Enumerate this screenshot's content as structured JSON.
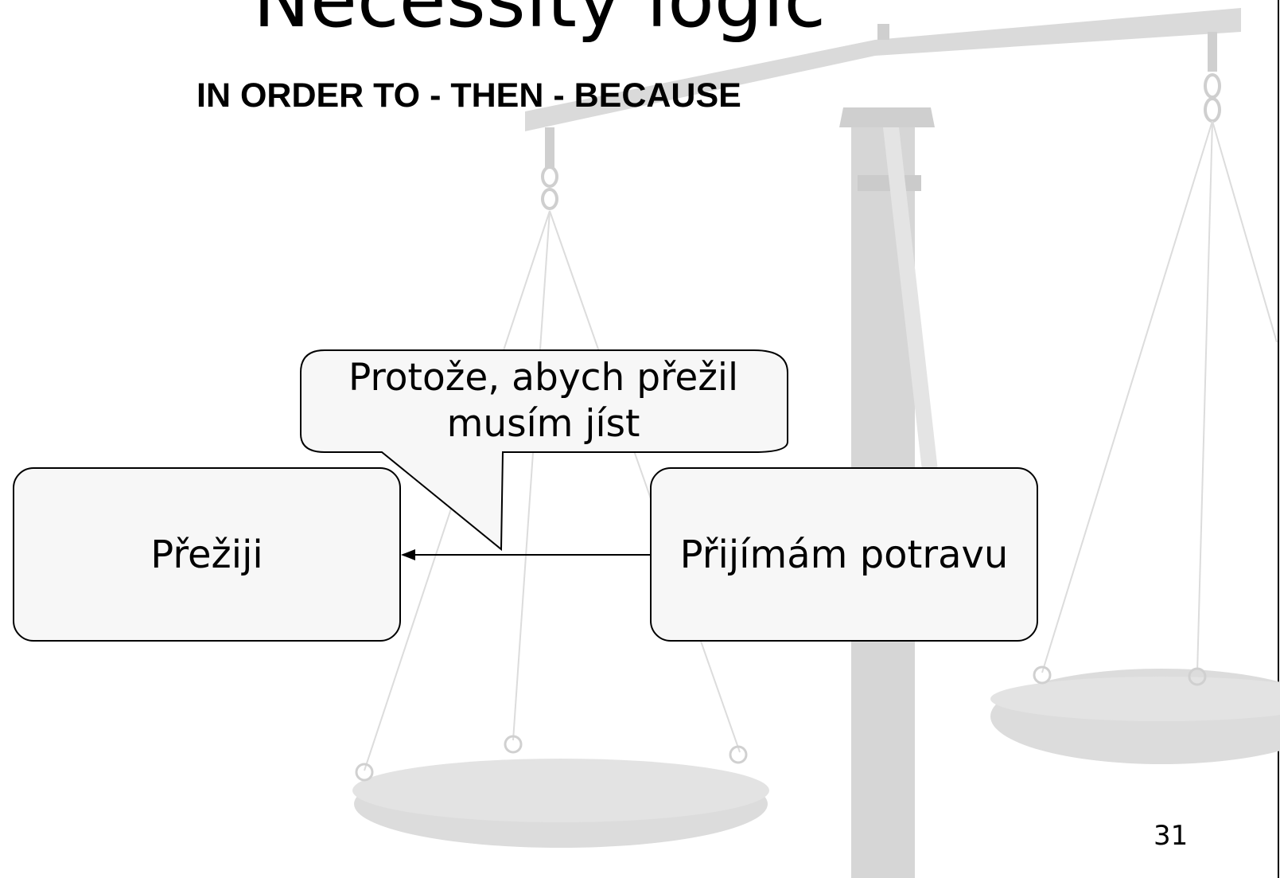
{
  "slide": {
    "title": "Necessity logic",
    "subtitle": "IN ORDER TO - THEN - BECAUSE",
    "page_number": "31"
  },
  "diagram": {
    "left_box": "Přežiji",
    "right_box": "Přijímám potravu",
    "callout": "Protože, abych přežil\nmusím jíst"
  }
}
